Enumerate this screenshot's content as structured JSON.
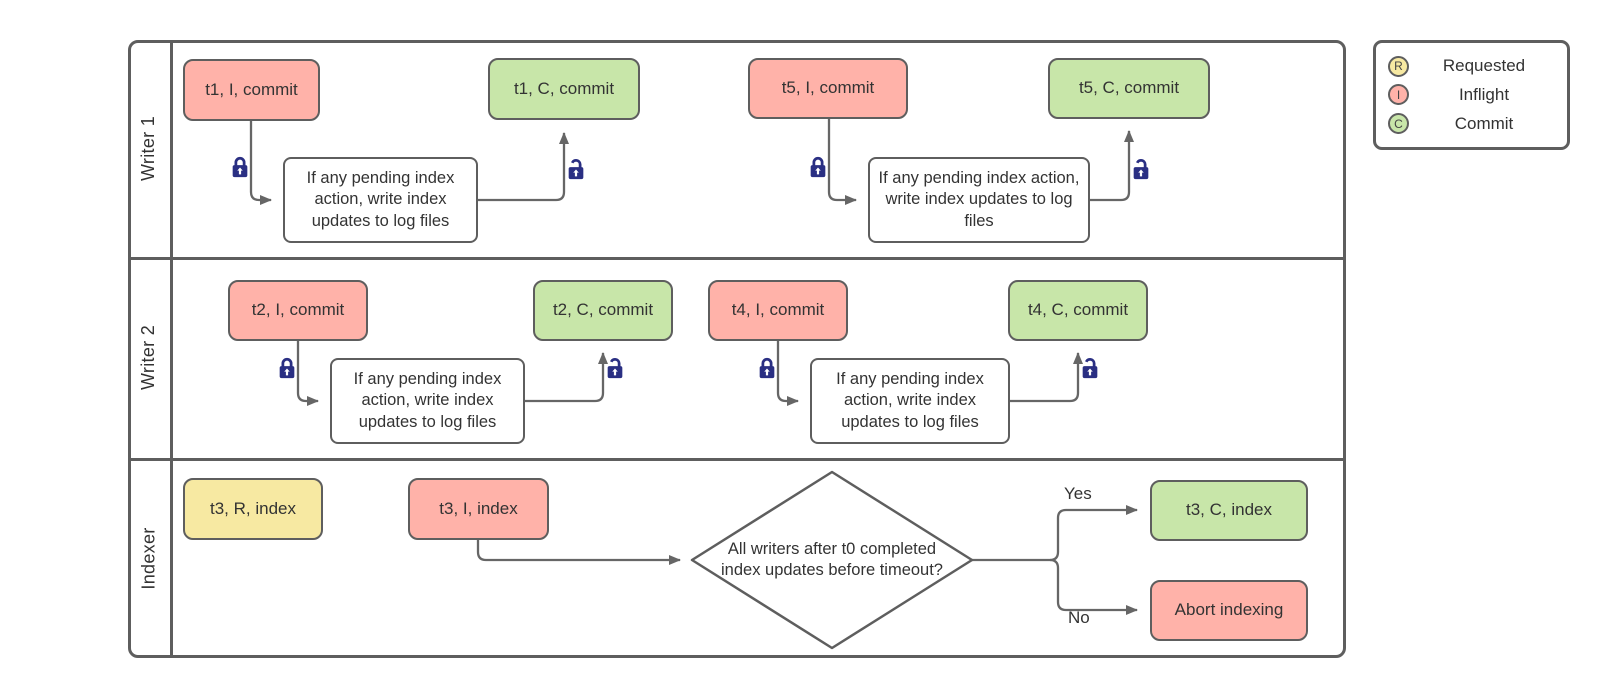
{
  "colors": {
    "inflight": "#ffb2a9",
    "commit": "#c8e6a9",
    "requested": "#f7e9a2",
    "border": "#5e5e5e",
    "arrow": "#666666",
    "lock": "#2a2f83",
    "text": "#333333"
  },
  "legend": {
    "items": [
      {
        "symbol": "R",
        "label": "Requested"
      },
      {
        "symbol": "I",
        "label": "Inflight"
      },
      {
        "symbol": "C",
        "label": "Commit"
      }
    ]
  },
  "lanes": {
    "writer1": {
      "label": "Writer 1",
      "flow1": {
        "start": "t1, I, commit",
        "process": "If any pending index action, write index updates to log files",
        "end": "t1, C, commit"
      },
      "flow2": {
        "start": "t5, I, commit",
        "process": "If any pending index action, write index updates to log files",
        "end": "t5, C, commit"
      }
    },
    "writer2": {
      "label": "Writer 2",
      "flow1": {
        "start": "t2, I, commit",
        "process": "If any pending index action, write index updates to log files",
        "end": "t2, C, commit"
      },
      "flow2": {
        "start": "t4, I, commit",
        "process": "If any pending index action, write index updates to log files",
        "end": "t4, C, commit"
      }
    },
    "indexer": {
      "label": "Indexer",
      "requested": "t3, R, index",
      "inflight": "t3, I, index",
      "decision": "All writers after t0 completed index updates before timeout?",
      "yes_label": "Yes",
      "no_label": "No",
      "commit": "t3, C, index",
      "abort": "Abort indexing"
    }
  }
}
